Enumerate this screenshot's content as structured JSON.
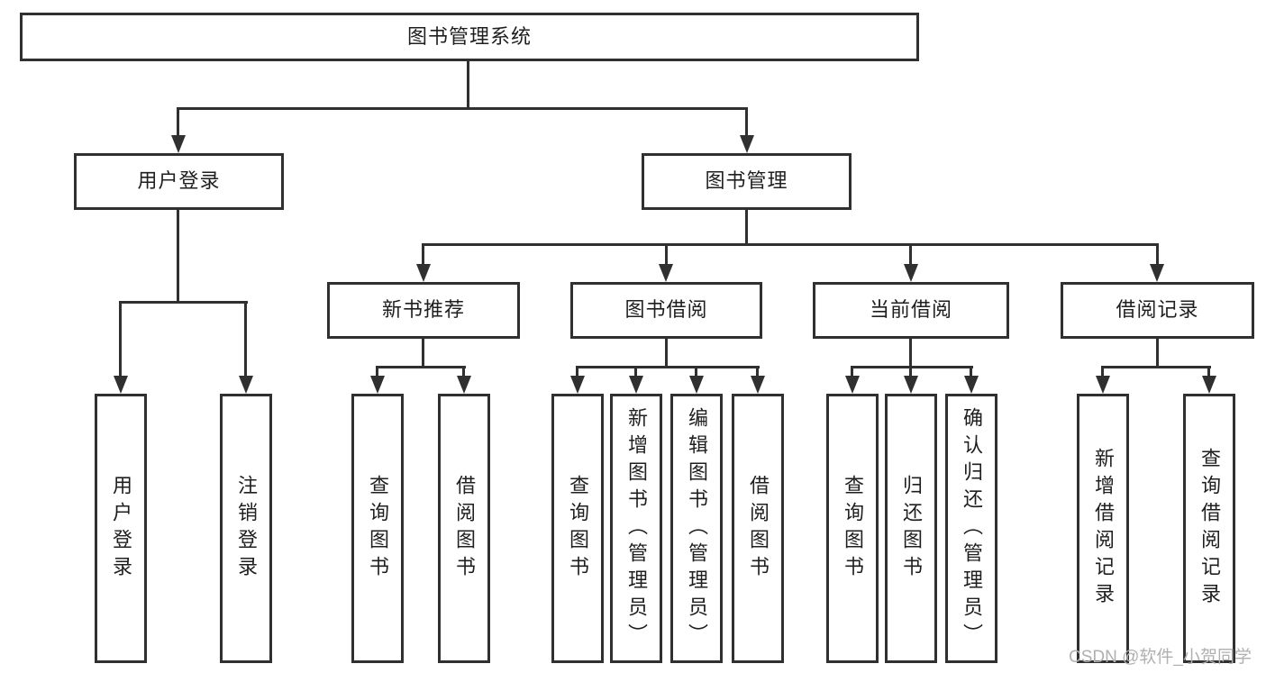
{
  "colors": {
    "line": "#303030",
    "text": "#1f1f1f",
    "watermark": "#b0b0b0",
    "background": "#ffffff"
  },
  "title": "图书管理系统",
  "level2": [
    {
      "label": "用户登录",
      "children": [
        "用户登录",
        "注销登录"
      ]
    },
    {
      "label": "图书管理"
    }
  ],
  "level3": [
    {
      "label": "新书推荐",
      "children": [
        "查询图书",
        "借阅图书"
      ]
    },
    {
      "label": "图书借阅",
      "children": [
        "查询图书",
        "新增图书（管理员）",
        "编辑图书（管理员）",
        "借阅图书"
      ]
    },
    {
      "label": "当前借阅",
      "children": [
        "查询图书",
        "归还图书",
        "确认归还（管理员）"
      ]
    },
    {
      "label": "借阅记录",
      "children": [
        "新增借阅记录",
        "查询借阅记录"
      ]
    }
  ],
  "watermark": "CSDN @软件_小贺同学"
}
